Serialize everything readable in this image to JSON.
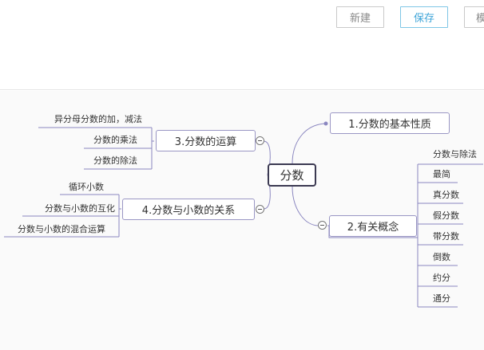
{
  "toolbar": {
    "new_label": "新建",
    "save_label": "保存",
    "more_label": "模"
  },
  "mindmap": {
    "root": "分数",
    "nodes": [
      "1.分数的基本性质",
      "2.有关概念",
      "3.分数的运算",
      "4.分数与小数的关系"
    ],
    "concept_children": [
      "分数与除法",
      "最简",
      "真分数",
      "假分数",
      "带分数",
      "倒数",
      "约分",
      "通分"
    ],
    "operation_children": [
      "异分母分数的加，减法",
      "分数的乘法",
      "分数的除法"
    ],
    "relation_children": [
      "循环小数",
      "分数与小数的互化",
      "分数与小数的混合运算"
    ]
  },
  "colors": {
    "link": "#8b87c0",
    "node_border": "#9a96c4",
    "root_border": "#3c3a52",
    "save_accent": "#3ea4d8"
  }
}
